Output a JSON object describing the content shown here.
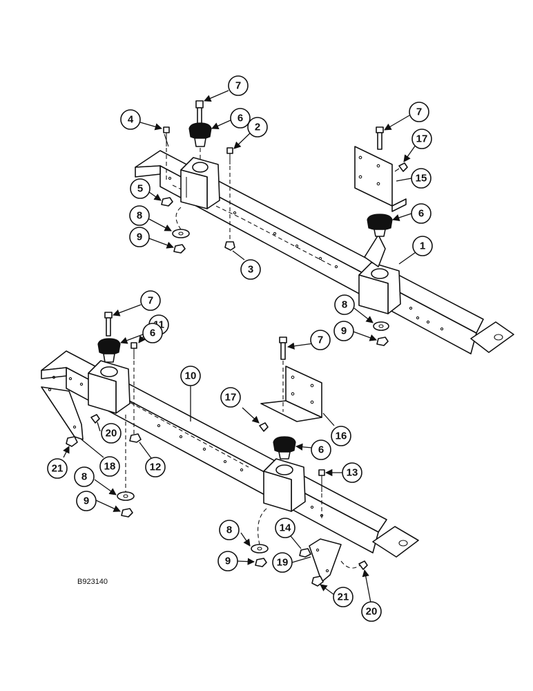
{
  "drawing_code": "B923140",
  "callouts": {
    "c1": "1",
    "c2": "2",
    "c3": "3",
    "c4": "4",
    "c5": "5",
    "c6": "6",
    "c7": "7",
    "c8": "8",
    "c9": "9",
    "c10": "10",
    "c11": "11",
    "c12": "12",
    "c13": "13",
    "c14": "14",
    "c15": "15",
    "c16": "16",
    "c17": "17",
    "c18": "18",
    "c19": "19",
    "c20": "20",
    "c21": "21"
  }
}
